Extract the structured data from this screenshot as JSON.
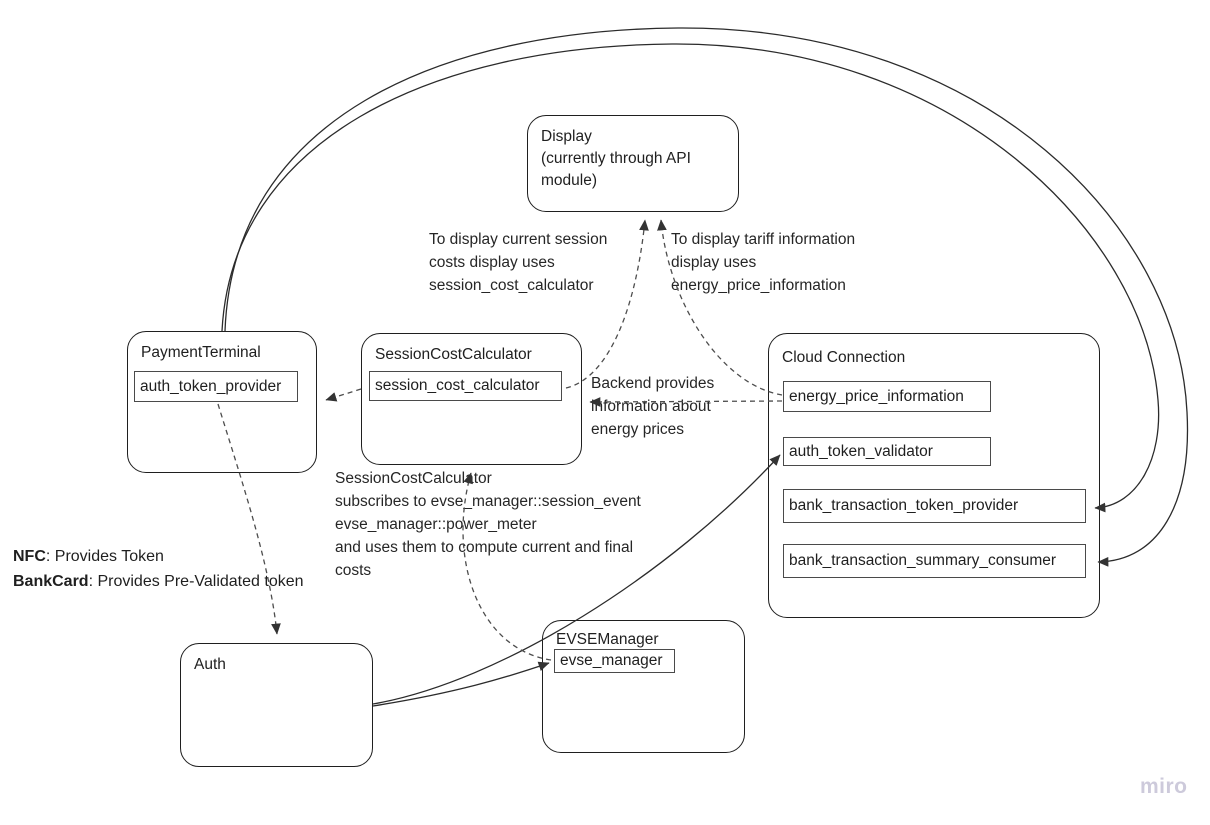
{
  "nodes": {
    "display": {
      "label": "Display\n(currently through API\nmodule)"
    },
    "paymentTerminal": {
      "title": "PaymentTerminal",
      "port": "auth_token_provider"
    },
    "sessionCostCalculator": {
      "title": "SessionCostCalculator",
      "port": "session_cost_calculator"
    },
    "cloudConnection": {
      "title": "Cloud Connection",
      "ports": [
        "energy_price_information",
        "auth_token_validator",
        "bank_transaction_token_provider",
        "bank_transaction_summary_consumer"
      ]
    },
    "evseManager": {
      "title": "EVSEManager",
      "port": "evse_manager"
    },
    "auth": {
      "title": "Auth"
    }
  },
  "annotations": {
    "displaySessionCosts": "To display current session\ncosts display uses\nsession_cost_calculator",
    "displayTariff": "To display tariff information\ndisplay uses\nenergy_price_information",
    "backendEnergy": "Backend provides\ninformation about\nenergy prices",
    "sccSubscribes": "SessionCostCalculator\nsubscribes to evse_manager::session_event\nevse_manager::power_meter\nand uses them to compute current and final\ncosts",
    "nfc": {
      "term": "NFC",
      "desc": ": Provides Token"
    },
    "bankCard": {
      "term": "BankCard",
      "desc": ": Provides Pre-Validated token"
    }
  },
  "watermark": "miro",
  "colors": {
    "solidLine": "#2b2b2b",
    "dashedLine": "#4d4d4d",
    "text": "#1f1f1f",
    "watermark": "#cdcadb"
  }
}
